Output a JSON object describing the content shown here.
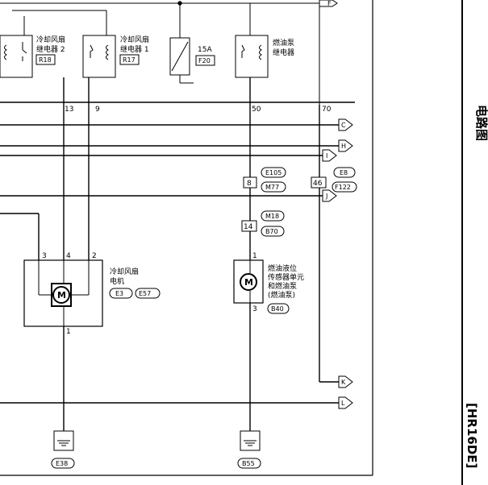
{
  "relays": [
    {
      "name_line1": "冷却风扇",
      "name_line2": "继电器 2",
      "code": "R18"
    },
    {
      "name_line1": "冷却风扇",
      "name_line2": "继电器 1",
      "code": "R17"
    },
    {
      "name_line1": "燃油泵",
      "name_line2": "继电器",
      "code": ""
    }
  ],
  "fuse": {
    "rating": "15A",
    "code": "F20"
  },
  "wire_pins": [
    "13",
    "9",
    "50",
    "70"
  ],
  "connectors": {
    "c1": {
      "pin": "8",
      "codes": [
        "E105",
        "M77"
      ]
    },
    "c2": {
      "pin": "46",
      "codes": [
        "E8",
        "F122"
      ]
    },
    "c3": {
      "pin": "14",
      "codes": [
        "M18",
        "B70"
      ]
    }
  },
  "fan_motor": {
    "line1": "冷却风扇",
    "line2": "电机",
    "codes": [
      "E3",
      "E57"
    ],
    "pins": [
      "3",
      "4",
      "2",
      "1"
    ],
    "symbol": "M"
  },
  "fuel_unit": {
    "line1": "燃油液位",
    "line2": "传感器单元",
    "line3": "和燃油泵",
    "line4": "(燃油泵)",
    "code": "B40",
    "pins": [
      "1",
      "3"
    ],
    "symbol": "M"
  },
  "grounds": [
    "E38",
    "B55"
  ],
  "arrows": [
    "F",
    "C",
    "H",
    "I",
    "J",
    "K",
    "L"
  ],
  "side_title": "电路图",
  "model_tag": "[HR16DE]"
}
